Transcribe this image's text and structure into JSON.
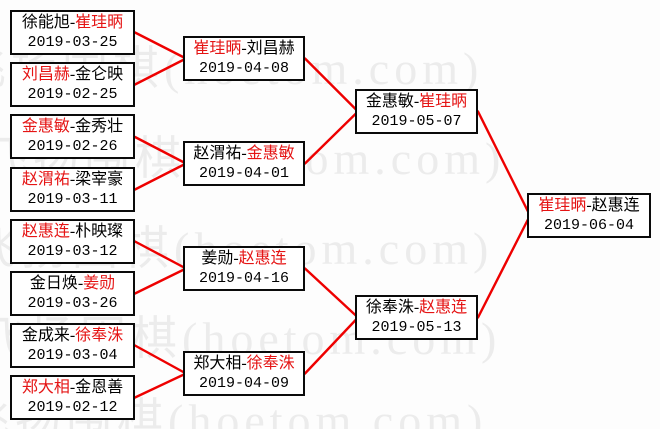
{
  "page": {
    "watermark_text": "飞扬围棋(hoetom.com)"
  },
  "colors": {
    "line": "#ee0000",
    "winner_text": "#e51414",
    "loser_text": "#000000",
    "box_border": "#0a0a0a",
    "background": "#fdfdfd"
  },
  "bracket": {
    "round1": [
      {
        "p1": "徐能旭",
        "p2": "崔珪昞",
        "winner": "p2",
        "date": "2019-03-25"
      },
      {
        "p1": "刘昌赫",
        "p2": "金仑映",
        "winner": "p1",
        "date": "2019-02-25"
      },
      {
        "p1": "金惠敏",
        "p2": "金秀壮",
        "winner": "p1",
        "date": "2019-02-26"
      },
      {
        "p1": "赵渭祐",
        "p2": "梁宰豪",
        "winner": "p1",
        "date": "2019-03-11"
      },
      {
        "p1": "赵惠连",
        "p2": "朴映璨",
        "winner": "p1",
        "date": "2019-03-12"
      },
      {
        "p1": "金日焕",
        "p2": "姜勋",
        "winner": "p2",
        "date": "2019-03-26"
      },
      {
        "p1": "金成来",
        "p2": "徐奉洙",
        "winner": "p2",
        "date": "2019-03-04"
      },
      {
        "p1": "郑大相",
        "p2": "金恩善",
        "winner": "p1",
        "date": "2019-02-12"
      }
    ],
    "round2": [
      {
        "p1": "崔珪昞",
        "p2": "刘昌赫",
        "winner": "p1",
        "date": "2019-04-08"
      },
      {
        "p1": "赵渭祐",
        "p2": "金惠敏",
        "winner": "p2",
        "date": "2019-04-01"
      },
      {
        "p1": "姜勋",
        "p2": "赵惠连",
        "winner": "p2",
        "date": "2019-04-16"
      },
      {
        "p1": "郑大相",
        "p2": "徐奉洙",
        "winner": "p2",
        "date": "2019-04-09"
      }
    ],
    "semifinals": [
      {
        "p1": "金惠敏",
        "p2": "崔珪昞",
        "winner": "p2",
        "date": "2019-05-07"
      },
      {
        "p1": "徐奉洙",
        "p2": "赵惠连",
        "winner": "p2",
        "date": "2019-05-13"
      }
    ],
    "final": [
      {
        "p1": "崔珪昞",
        "p2": "赵惠连",
        "winner": "p1",
        "date": "2019-06-04"
      }
    ],
    "separator": "-"
  }
}
